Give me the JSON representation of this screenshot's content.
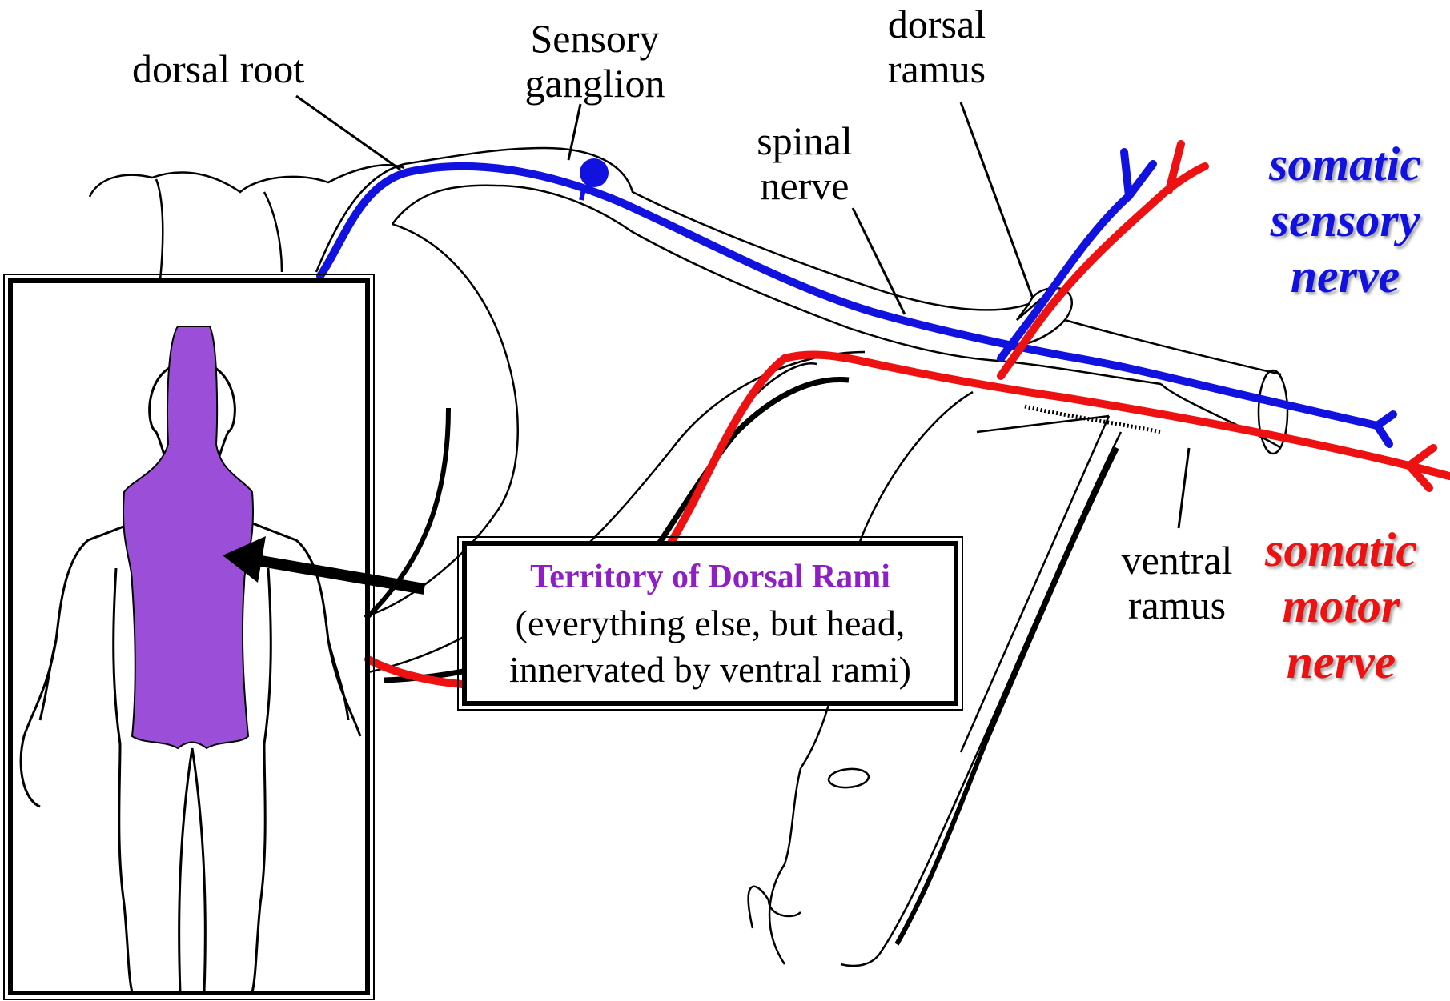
{
  "labels": {
    "dorsal_root": "dorsal root",
    "sensory_ganglion_line1": "Sensory",
    "sensory_ganglion_line2": "ganglion",
    "dorsal_ramus_line1": "dorsal",
    "dorsal_ramus_line2": "ramus",
    "spinal_nerve_line1": "spinal",
    "spinal_nerve_line2": "nerve",
    "ventral_ramus_line1": "ventral",
    "ventral_ramus_line2": "ramus"
  },
  "legend": {
    "sensory": {
      "line1": "somatic",
      "line2": "sensory",
      "line3": "nerve",
      "color": "#1212e0"
    },
    "motor": {
      "line1": "somatic",
      "line2": "motor",
      "line3": "nerve",
      "color": "#ee1111"
    }
  },
  "callout": {
    "title": "Territory of Dorsal Rami",
    "line2": "(everything else, but head,",
    "line3": "innervated by ventral rami)",
    "title_color": "#8e1fc2"
  },
  "colors": {
    "sensory": "#1212e0",
    "motor": "#ee1111",
    "territory": "#9b4fd9",
    "ganglion_dot": "#1212e0"
  }
}
